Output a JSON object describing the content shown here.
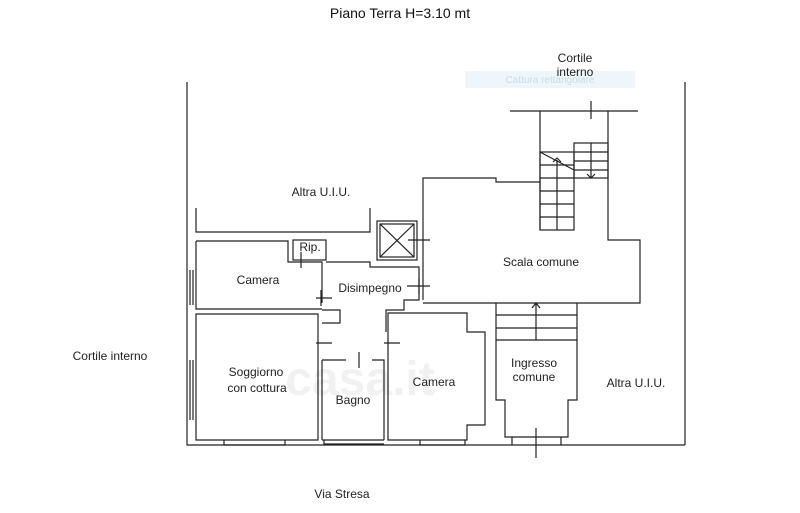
{
  "title": "Piano Terra H=3.10 mt",
  "overlay_label": "Cattura rettangolare",
  "watermark": "casa.it",
  "labels": {
    "cortile_top_1": "Cortile",
    "cortile_top_2": "interno",
    "altra_uiu_top": "Altra U.I.U.",
    "rip": "Rip.",
    "camera_1": "Camera",
    "disimpegno": "Disimpegno",
    "scala_comune": "Scala comune",
    "cortile_left": "Cortile interno",
    "soggiorno_1": "Soggiorno",
    "soggiorno_2": "con cottura",
    "bagno": "Bagno",
    "camera_2": "Camera",
    "ingresso_1": "Ingresso",
    "ingresso_2": "comune",
    "altra_uiu_right": "Altra U.I.U.",
    "street": "Via Stresa"
  }
}
